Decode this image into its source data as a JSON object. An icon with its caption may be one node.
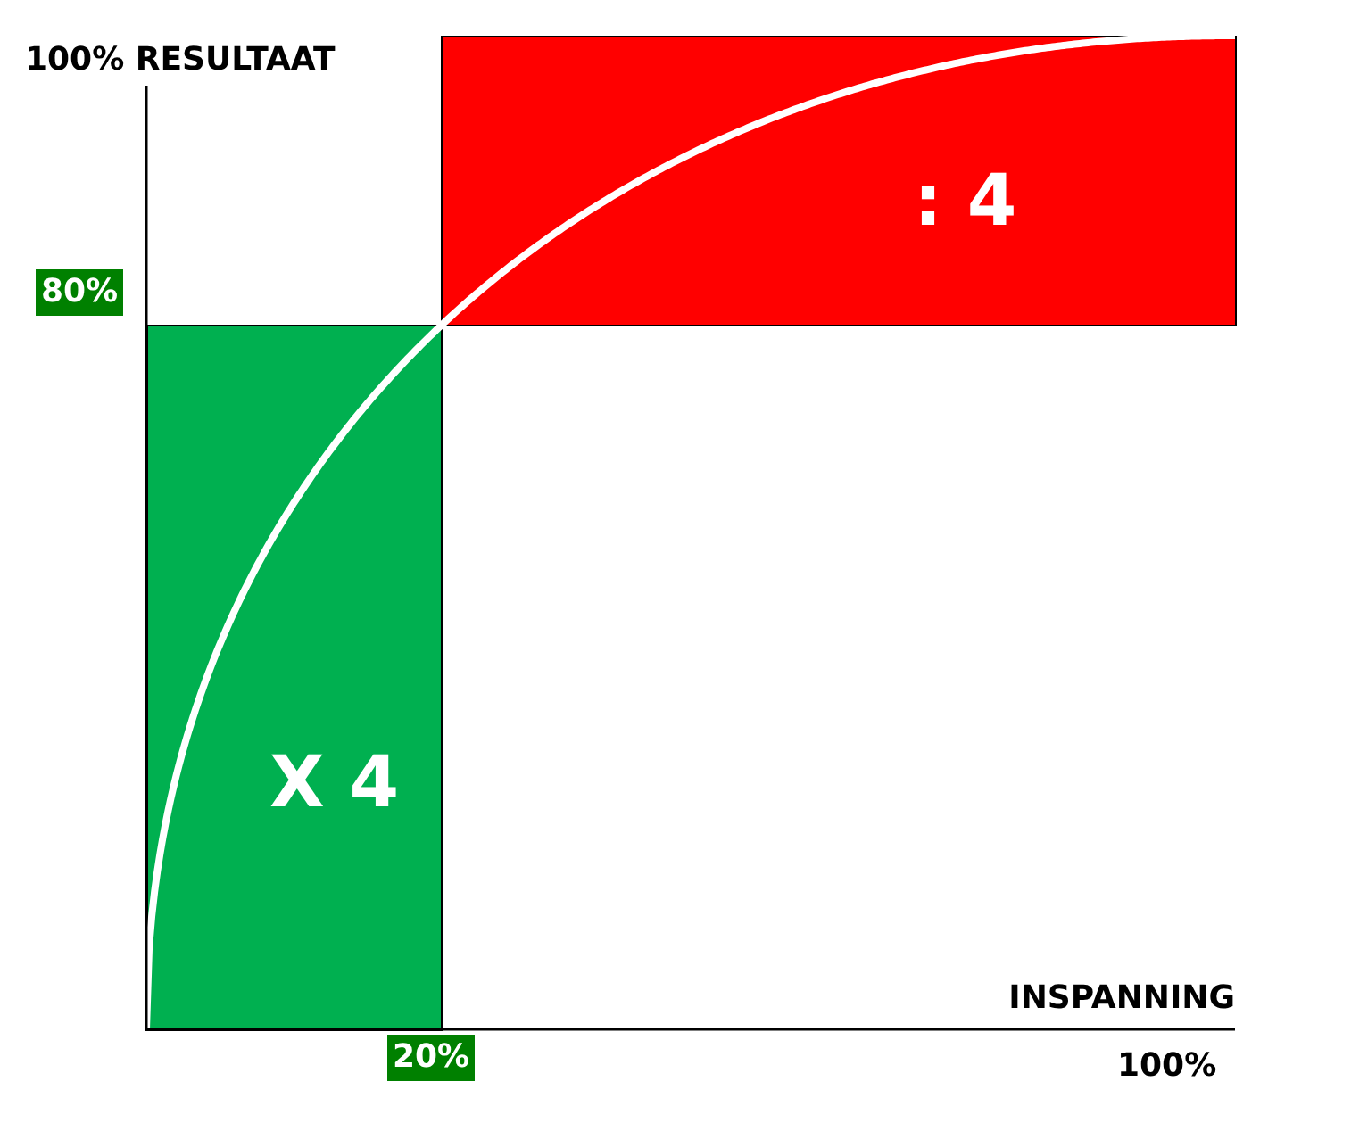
{
  "diagram": {
    "nodes": [
      {
        "text": [
          "X 4"
        ]
      },
      {
        "text": [
          ": 4"
        ]
      }
    ],
    "edges": [],
    "labels": [
      "100% RESULTAAT",
      "80%",
      "INSPANNING",
      "20%",
      "100%"
    ]
  }
}
